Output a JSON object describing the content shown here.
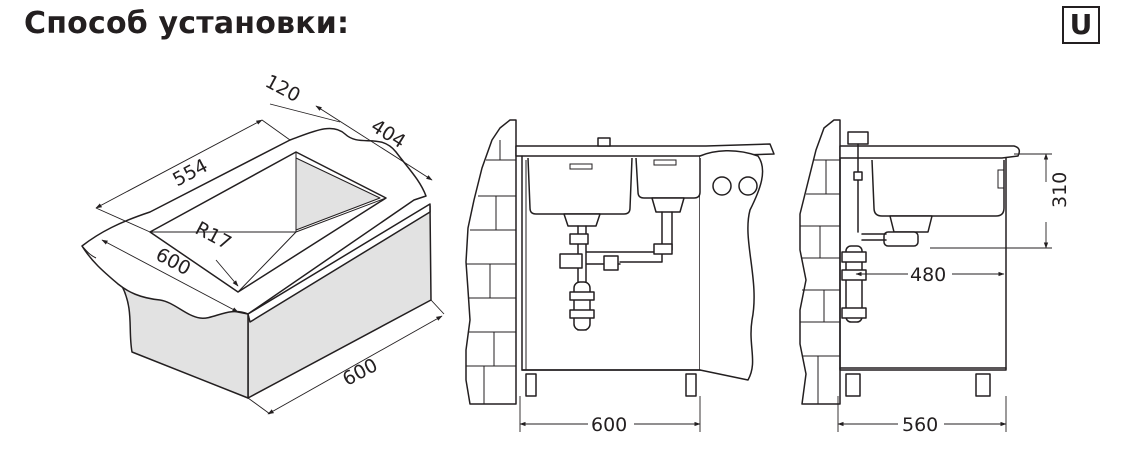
{
  "header": {
    "title": "Способ установки:",
    "mount_badge": "U"
  },
  "isometric_view": {
    "dim_depth_total": "120",
    "dim_length": "554",
    "dim_depth": "404",
    "dim_radius": "R17",
    "dim_countertop": "600",
    "dim_cabinet": "600"
  },
  "front_view": {
    "dim_cabinet_width": "600"
  },
  "side_view": {
    "dim_height": "310",
    "dim_drain_offset": "480",
    "dim_cabinet_depth": "560"
  }
}
